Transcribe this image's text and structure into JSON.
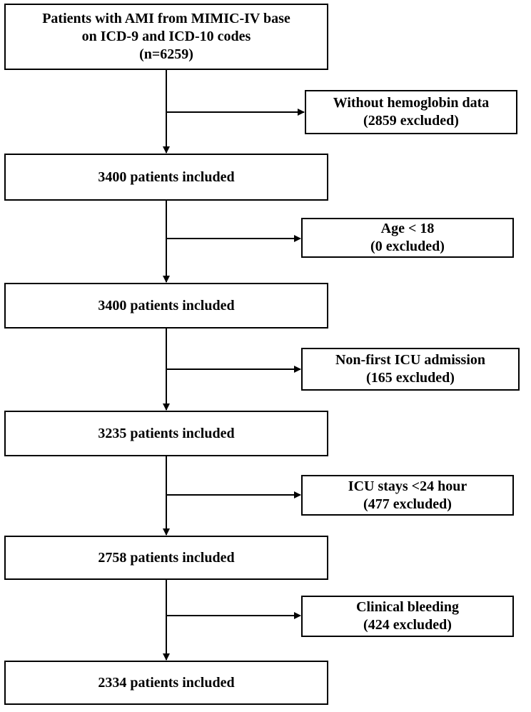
{
  "flowchart": {
    "start": {
      "lines": [
        "Patients with AMI from MIMIC-IV base",
        "on ICD-9 and ICD-10 codes",
        "(n=6259)"
      ]
    },
    "steps": [
      {
        "exclusion": [
          "Without hemoglobin data",
          "(2859 excluded)"
        ],
        "included": "3400 patients included"
      },
      {
        "exclusion": [
          "Age < 18",
          "(0 excluded)"
        ],
        "included": "3400 patients included"
      },
      {
        "exclusion": [
          "Non-first ICU admission",
          "(165 excluded)"
        ],
        "included": "3235 patients included"
      },
      {
        "exclusion": [
          "ICU stays <24 hour",
          "(477 excluded)"
        ],
        "included": "2758 patients included"
      },
      {
        "exclusion": [
          "Clinical bleeding",
          "(424 excluded)"
        ],
        "included": "2334 patients included"
      }
    ]
  }
}
